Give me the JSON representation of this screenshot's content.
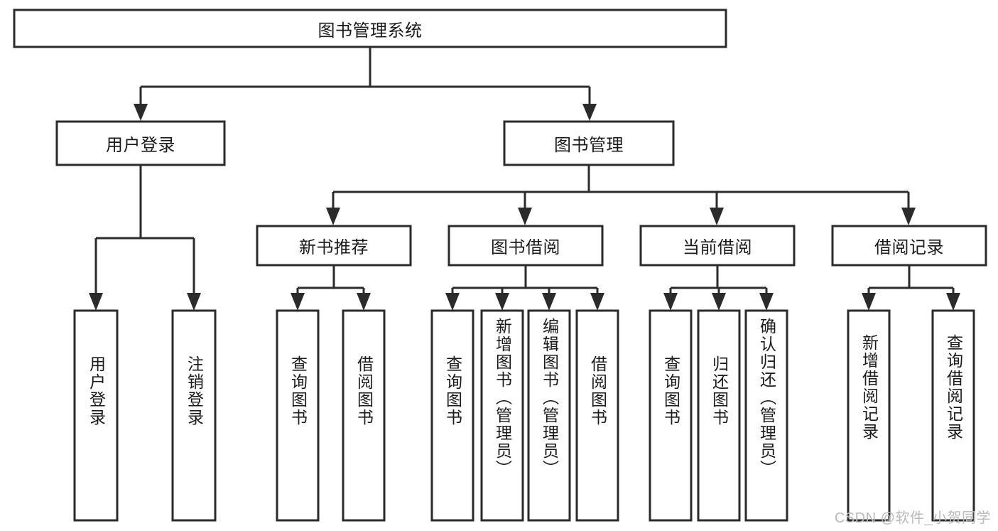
{
  "diagram": {
    "title": "图书管理系统",
    "watermark": "CSDN @软件_小贺同学",
    "style": {
      "stroke_color": "#2b2b2b",
      "fill_color": "#ffffff",
      "text_color": "#1a1a1a",
      "watermark_color": "#b9b9b9"
    },
    "levels": {
      "root": {
        "label": "图书管理系统"
      },
      "level2": [
        {
          "label": "用户登录"
        },
        {
          "label": "图书管理"
        }
      ],
      "level3": [
        {
          "label": "新书推荐"
        },
        {
          "label": "图书借阅"
        },
        {
          "label": "当前借阅"
        },
        {
          "label": "借阅记录"
        }
      ],
      "leaves": [
        {
          "label": "用户登录",
          "parent": "用户登录"
        },
        {
          "label": "注销登录",
          "parent": "用户登录"
        },
        {
          "label": "查询图书",
          "parent": "新书推荐"
        },
        {
          "label": "借阅图书",
          "parent": "新书推荐"
        },
        {
          "label": "查询图书",
          "parent": "图书借阅"
        },
        {
          "label": "新增图书（管理员）",
          "parent": "图书借阅"
        },
        {
          "label": "编辑图书（管理员）",
          "parent": "图书借阅"
        },
        {
          "label": "借阅图书",
          "parent": "图书借阅"
        },
        {
          "label": "查询图书",
          "parent": "当前借阅"
        },
        {
          "label": "归还图书",
          "parent": "当前借阅"
        },
        {
          "label": "确认归还（管理员）",
          "parent": "当前借阅"
        },
        {
          "label": "新增借阅记录",
          "parent": "借阅记录"
        },
        {
          "label": "查询借阅记录",
          "parent": "借阅记录"
        }
      ]
    }
  }
}
